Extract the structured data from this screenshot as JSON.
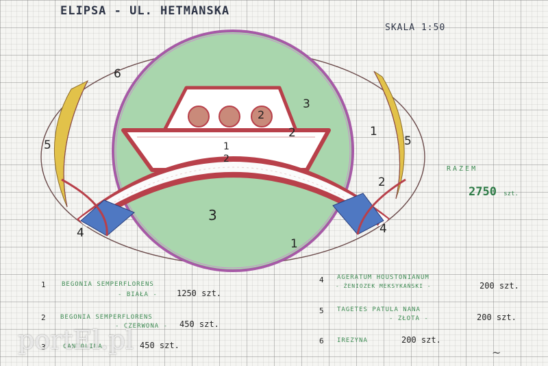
{
  "header": {
    "title": "ELIPSA - UL. HETMANSKA",
    "scale": "SKALA 1:50"
  },
  "summary": {
    "label": "RAZEM",
    "total": "2750",
    "unit": "szt."
  },
  "legend": [
    {
      "num": "1",
      "line1": "BEGONIA SEMPERFLORENS",
      "line2": "- BIAŁA -",
      "count": "1250 szt."
    },
    {
      "num": "2",
      "line1": "BEGONIA SEMPERFLORENS",
      "line2": "- CZERWONA -",
      "count": "450 szt."
    },
    {
      "num": "3",
      "line1": "CANTOLINA",
      "line2": "",
      "count": "450 szt."
    },
    {
      "num": "4",
      "line1": "AGERATUM HOUSTONIANUM",
      "line2": "- ŻENIOZEK MEKSYKAŃSKI -",
      "count": "200 szt."
    },
    {
      "num": "5",
      "line1": "TAGETES PATULA NANA",
      "line2": "- ZŁOTA -",
      "count": "200 szt."
    },
    {
      "num": "6",
      "line1": "IREZYNA",
      "line2": "",
      "count": "200 szt."
    }
  ],
  "diagram_labels": {
    "l1_center": "1",
    "l2_center": "2",
    "l1_right": "1",
    "l1_bottom": "1",
    "l2_boat": "2",
    "l2_right": "2",
    "l2_porthole": "2",
    "l3_top": "3",
    "l3_bottom": "3",
    "l4_left": "4",
    "l4_right": "4",
    "l5_left": "5",
    "l5_right": "5",
    "l6": "6"
  },
  "watermark": "portEl.pl",
  "colors": {
    "green": "#a9d6ad",
    "red": "#b8404a",
    "purple": "#a65aa6",
    "yellow": "#e2c24a",
    "blue": "#4f78c2"
  }
}
